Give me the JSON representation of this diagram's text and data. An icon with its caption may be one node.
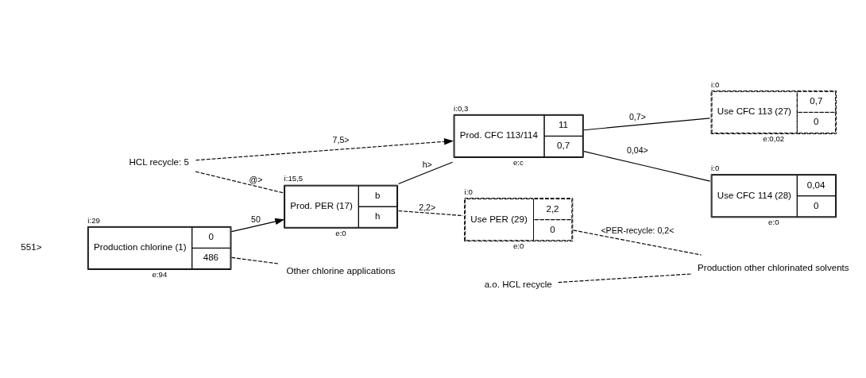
{
  "diagram": {
    "nodes": [
      {
        "text": [
          "Production chlorine (1)",
          "0",
          "486"
        ],
        "beside": [
          "i:29",
          "e:94"
        ]
      },
      {
        "text": [
          "HCL recycle: 5"
        ]
      },
      {
        "text": [
          "Prod. PER (17)",
          "b",
          "h"
        ],
        "beside": [
          "i:15,5",
          "e:0"
        ]
      },
      {
        "text": [
          "Prod. CFC 113/114",
          "11",
          "0,7"
        ],
        "beside": [
          "i:0,3",
          "e:c"
        ]
      },
      {
        "text": [
          "Use CFC 113 (27)",
          "0,7",
          "0"
        ],
        "beside": [
          "i:0",
          "e:0,02"
        ]
      },
      {
        "text": [
          "Use CFC 114 (28)",
          "0,04",
          "0"
        ],
        "beside": [
          "i:0",
          "e:0"
        ]
      },
      {
        "text": [
          "a.o. HCL recycle"
        ]
      },
      {
        "text": [
          "Use PER (29)",
          "2,2",
          "0"
        ],
        "beside": [
          "i:0",
          "e:0"
        ]
      },
      {
        "text": [
          "Production other chlorinated solvents"
        ]
      },
      {
        "text": [
          "Other chlorine applications"
        ]
      }
    ],
    "edges": [
      {
        "from": 0,
        "to": 2,
        "arrow": "to",
        "label": "50"
      },
      {
        "from": 1,
        "to": 2,
        "arrow": "none",
        "style": "dashed",
        "label": "@>"
      },
      {
        "from": 1,
        "to": 3,
        "arrow": "to",
        "style": "dashed",
        "label": "7,5>"
      },
      {
        "from": 0,
        "to": 9,
        "arrow": "none",
        "style": "dashed"
      },
      {
        "from": 2,
        "to": 3,
        "arrow": "none",
        "label": "h>"
      },
      {
        "from": 3,
        "to": 4,
        "arrow": "none",
        "label": "0,7>"
      },
      {
        "from": 3,
        "to": 5,
        "arrow": "none",
        "label": "0,04>"
      },
      {
        "from": 2,
        "to": 7,
        "arrow": "none",
        "style": "dashed",
        "label": "2,2>"
      },
      {
        "from": 6,
        "to": 8,
        "arrow": "none",
        "style": "dashed"
      },
      {
        "from": 7,
        "to": 8,
        "arrow": "none",
        "style": "dashed",
        "label": "<PER-recycle: 0,2<"
      }
    ],
    "labels": [
      "551>"
    ]
  }
}
